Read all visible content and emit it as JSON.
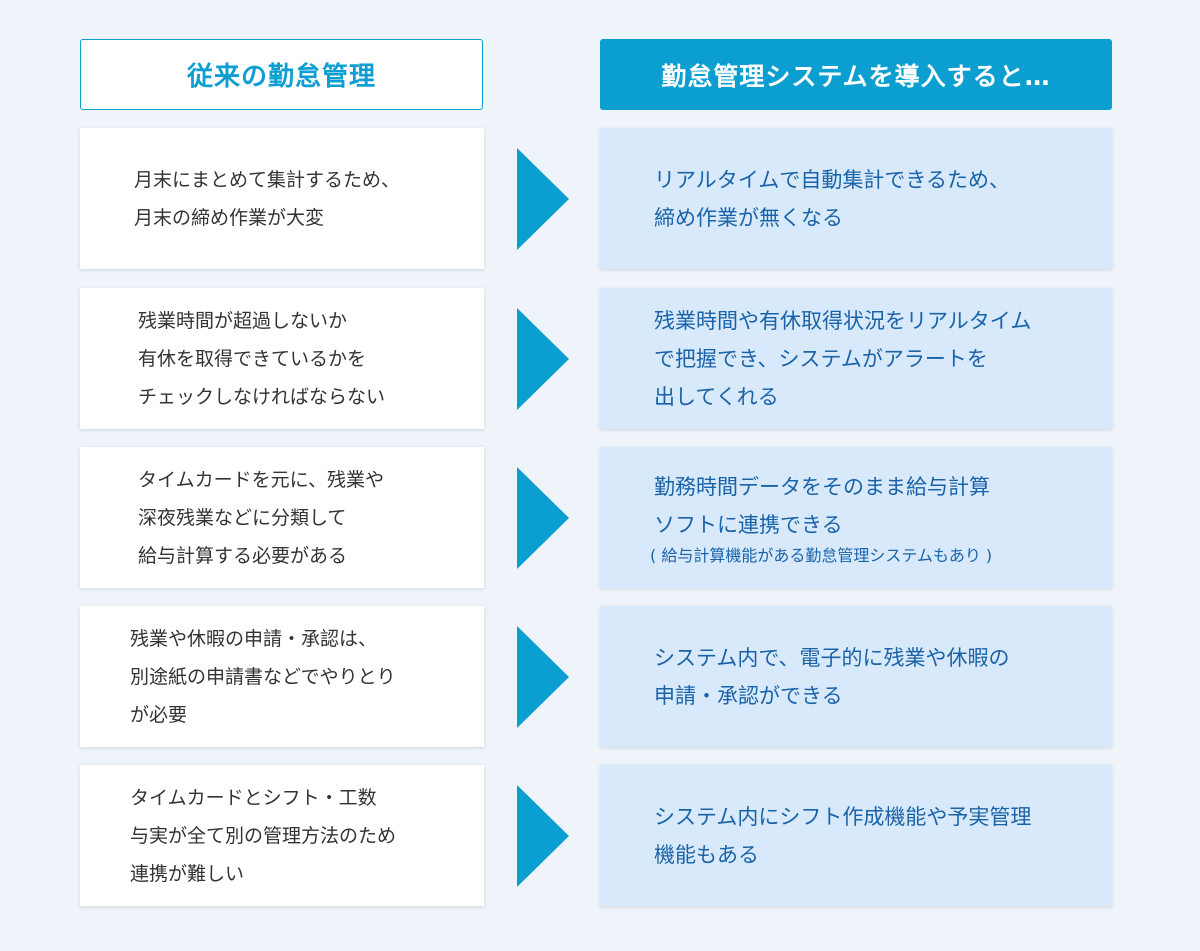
{
  "header": {
    "left_title": "従来の勤怠管理",
    "right_title": "勤怠管理システムを導入すると…"
  },
  "colors": {
    "accent": "#0a9ed1",
    "background": "#eef4fa",
    "right_card_bg": "#d8e9fb",
    "right_text": "#1a63a8",
    "left_text": "#333333"
  },
  "rows": [
    {
      "before": [
        "月末にまとめて集計するため、",
        "月末の締め作業が大変"
      ],
      "after": [
        "リアルタイムで自動集計できるため、",
        "締め作業が無くなる"
      ],
      "after_note": ""
    },
    {
      "before": [
        "残業時間が超過しないか",
        "有休を取得できているかを",
        "チェックしなければならない"
      ],
      "after": [
        "残業時間や有休取得状況をリアルタイム",
        "で把握でき、システムがアラートを",
        "出してくれる"
      ],
      "after_note": ""
    },
    {
      "before": [
        "タイムカードを元に、残業や",
        "深夜残業などに分類して",
        "給与計算する必要がある"
      ],
      "after": [
        "勤務時間データをそのまま給与計算",
        "ソフトに連携できる"
      ],
      "after_note": "( 給与計算機能がある勤怠管理システムもあり )"
    },
    {
      "before": [
        "残業や休暇の申請・承認は、",
        "別途紙の申請書などでやりとり",
        "が必要"
      ],
      "after": [
        "システム内で、電子的に残業や休暇の",
        "申請・承認ができる"
      ],
      "after_note": ""
    },
    {
      "before": [
        "タイムカードとシフト・工数",
        "与実が全て別の管理方法のため",
        "連携が難しい"
      ],
      "after": [
        "システム内にシフト作成機能や予実管理",
        "機能もある"
      ],
      "after_note": ""
    }
  ]
}
